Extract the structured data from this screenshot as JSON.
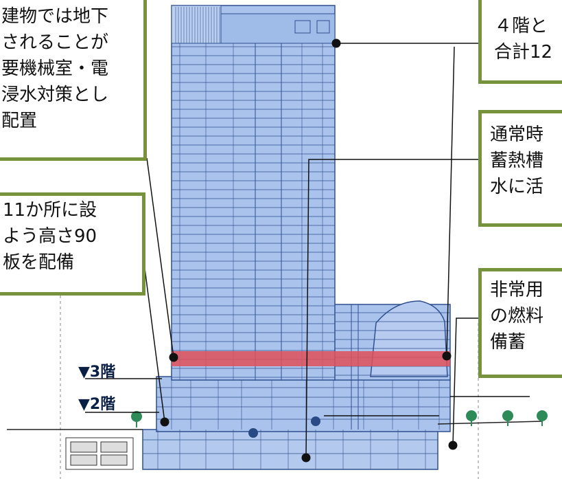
{
  "callouts": {
    "top_left": {
      "lines": [
        "建物では地下",
        "されることが",
        "要機械室・電",
        "浸水対策とし",
        "配置"
      ]
    },
    "mid_left": {
      "lines": [
        "11か所に設",
        "よう高さ90",
        "板を配備"
      ]
    },
    "top_right": {
      "lines": [
        "４階と",
        "合計12"
      ]
    },
    "mid_right": {
      "lines": [
        "通常時",
        "蓄熱槽",
        "水に活"
      ]
    },
    "lower_right": {
      "lines": [
        "非常用",
        "の燃料",
        "備蓄"
      ]
    }
  },
  "floor_labels": {
    "floor3": "▼3階",
    "floor2": "▼2階"
  },
  "colors": {
    "building_fill": "#a9c3ec",
    "building_stroke": "#2f4f8f",
    "highlight_band": "#e0505a",
    "callout_border": "#76923c",
    "tree": "#2e8b57"
  }
}
